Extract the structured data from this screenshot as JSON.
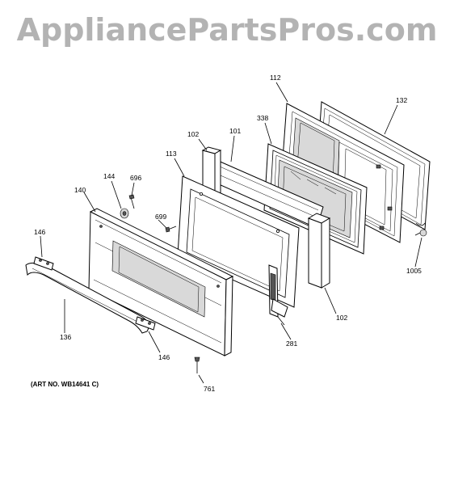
{
  "watermark": "AppliancePartsPros.com",
  "art_number": "(ART NO. WB14641 C)",
  "parts": [
    {
      "id": "112"
    },
    {
      "id": "132"
    },
    {
      "id": "338"
    },
    {
      "id": "101"
    },
    {
      "id": "102"
    },
    {
      "id": "113"
    },
    {
      "id": "144"
    },
    {
      "id": "696"
    },
    {
      "id": "140"
    },
    {
      "id": "699"
    },
    {
      "id": "146"
    },
    {
      "id": "1005"
    },
    {
      "id": "102"
    },
    {
      "id": "281"
    },
    {
      "id": "136"
    },
    {
      "id": "146"
    },
    {
      "id": "761"
    }
  ]
}
